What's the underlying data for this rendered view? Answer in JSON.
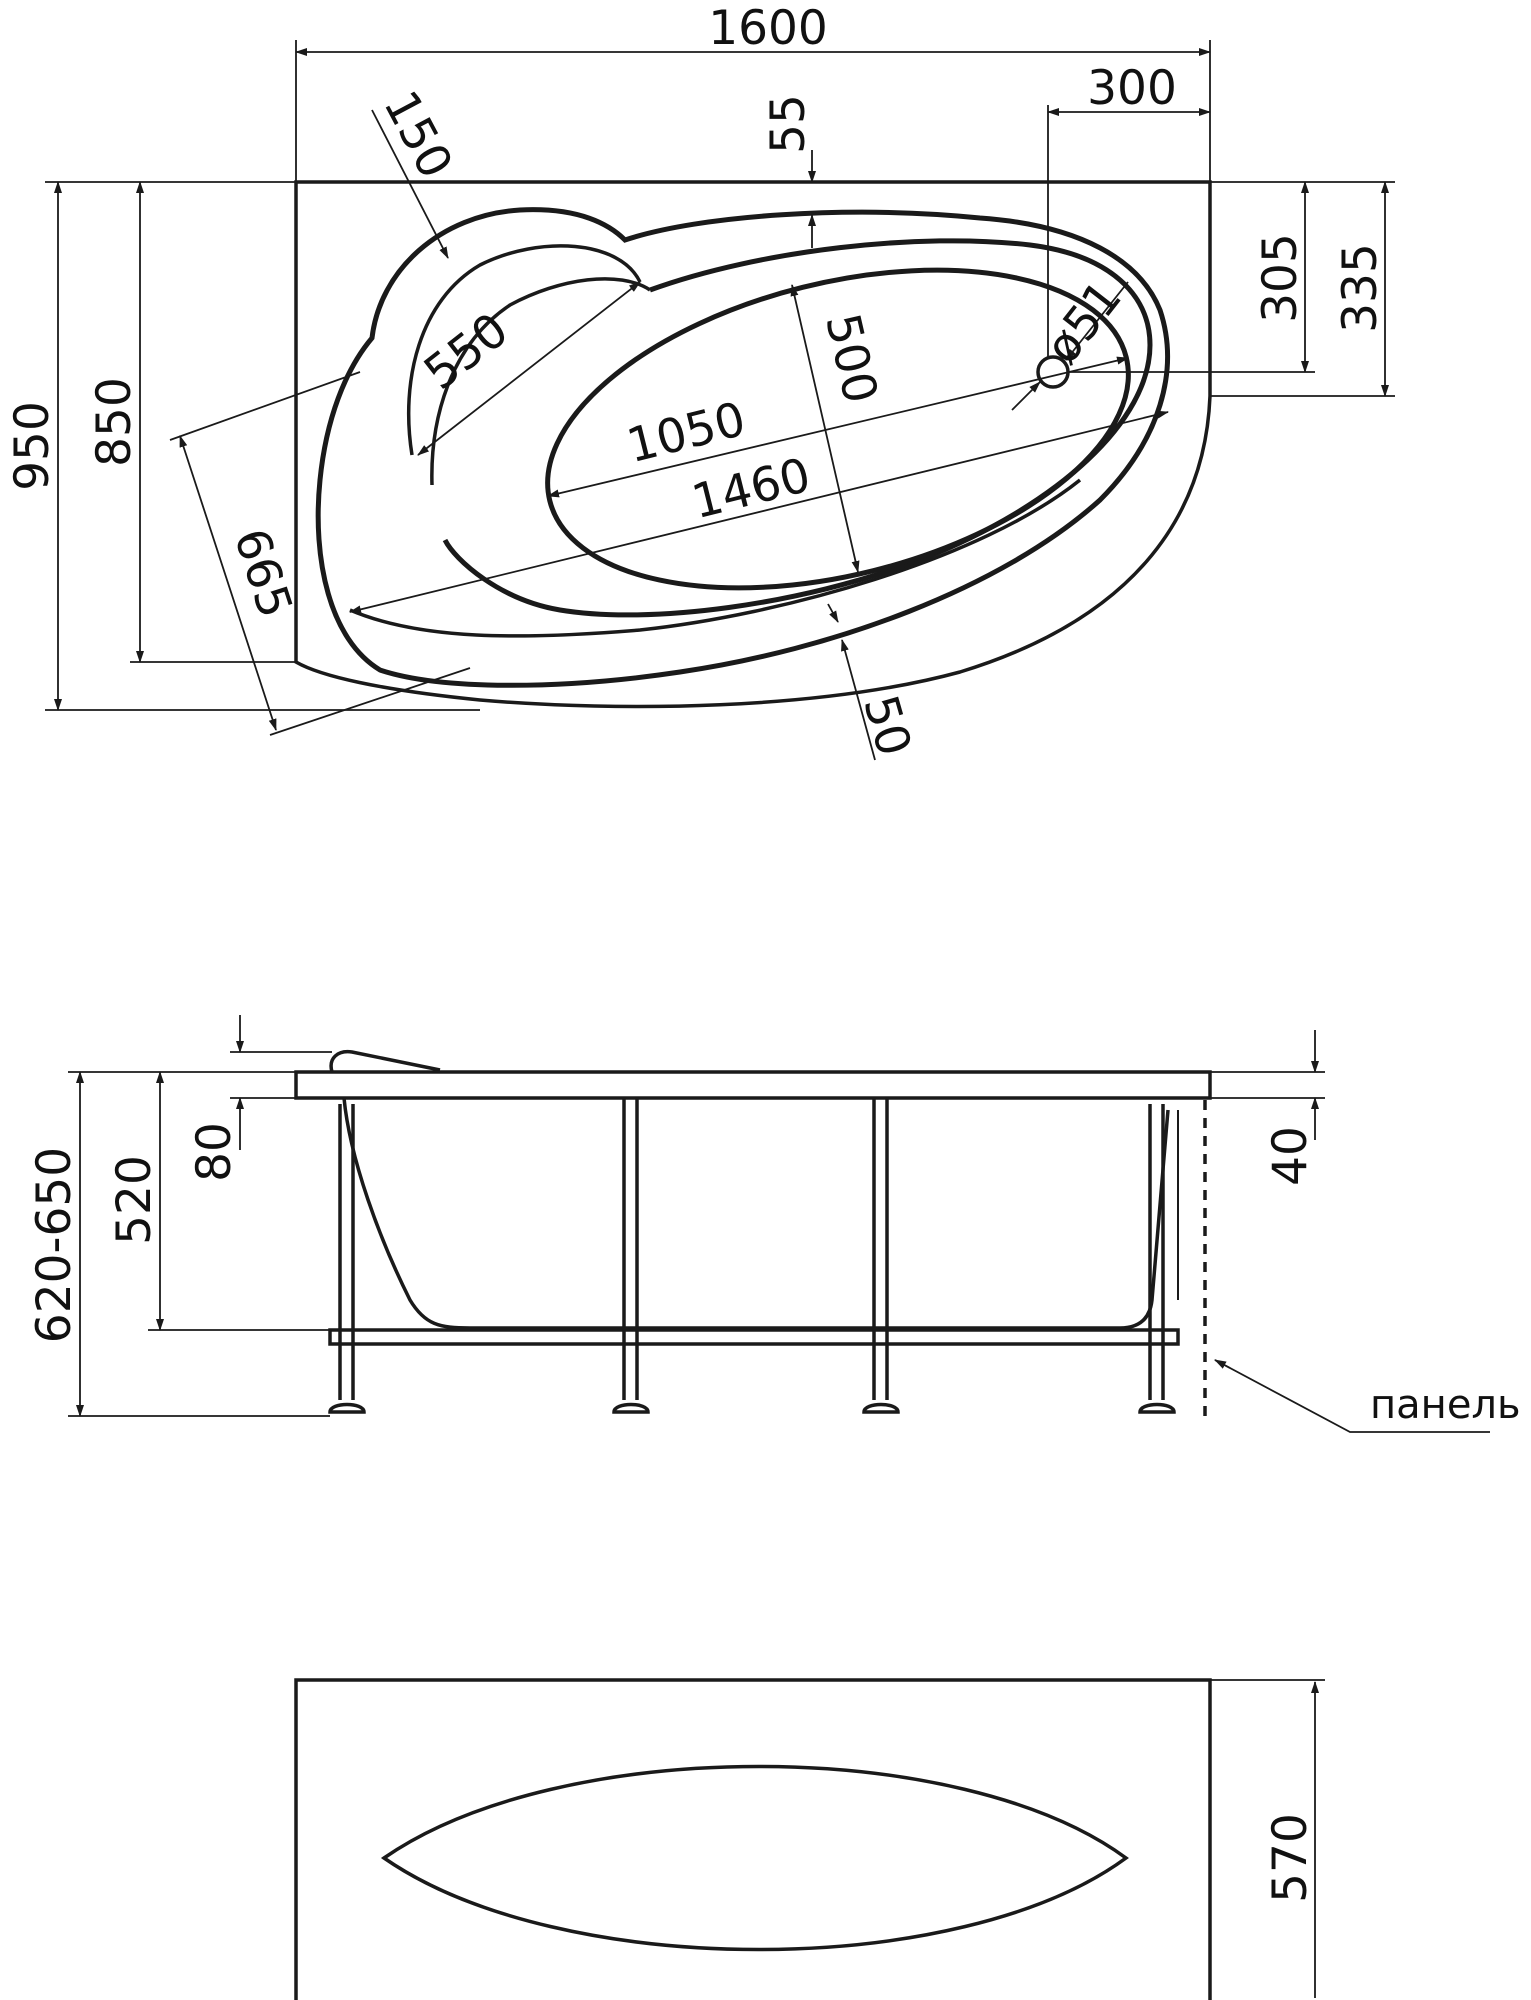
{
  "dimensions": {
    "width_1600": "1600",
    "offset_300": "300",
    "rim_55": "55",
    "radius_150": "150",
    "headrest_550": "550",
    "inner_500": "500",
    "inner_1050": "1050",
    "outer_1460": "1460",
    "drain_d51": "ø51",
    "height_305": "305",
    "height_335": "335",
    "height_950": "950",
    "height_850": "850",
    "diag_665": "665",
    "rim_50": "50",
    "side_620_650": "620-650",
    "side_520": "520",
    "side_80": "80",
    "side_40": "40",
    "panel_570": "570"
  },
  "labels": {
    "panel": "панель"
  }
}
